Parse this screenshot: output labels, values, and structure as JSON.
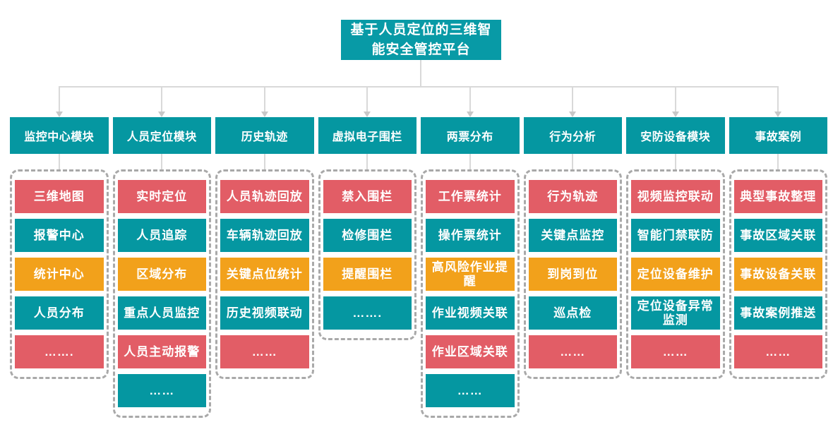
{
  "title": "基于人员定位的三维智能安全管控平台",
  "colors": {
    "teal": "#0597a1",
    "teal_title": "#089aa6",
    "red": "#e25d66",
    "orange": "#f2a11b",
    "dash_border": "#a9a9a9",
    "connector_line": "#d9d9d9",
    "connector_arrow": "#c8c8c8",
    "text": "#ffffff"
  },
  "modules": [
    {
      "label": "监控中心模块",
      "items": [
        {
          "text": "三维地图",
          "color": "red"
        },
        {
          "text": "报警中心",
          "color": "teal"
        },
        {
          "text": "统计中心",
          "color": "orange"
        },
        {
          "text": "人员分布",
          "color": "teal"
        },
        {
          "text": "…….",
          "color": "red"
        }
      ]
    },
    {
      "label": "人员定位模块",
      "items": [
        {
          "text": "实时定位",
          "color": "red"
        },
        {
          "text": "人员追踪",
          "color": "teal"
        },
        {
          "text": "区域分布",
          "color": "orange"
        },
        {
          "text": "重点人员监控",
          "color": "teal"
        },
        {
          "text": "人员主动报警",
          "color": "red"
        },
        {
          "text": "……",
          "color": "teal"
        }
      ]
    },
    {
      "label": "历史轨迹",
      "items": [
        {
          "text": "人员轨迹回放",
          "color": "red"
        },
        {
          "text": "车辆轨迹回放",
          "color": "teal"
        },
        {
          "text": "关键点位统计",
          "color": "orange"
        },
        {
          "text": "历史视频联动",
          "color": "teal"
        },
        {
          "text": "……",
          "color": "red"
        }
      ]
    },
    {
      "label": "虚拟电子围栏",
      "items": [
        {
          "text": "禁入围栏",
          "color": "red"
        },
        {
          "text": "检修围栏",
          "color": "teal"
        },
        {
          "text": "提醒围栏",
          "color": "orange"
        },
        {
          "text": "…….",
          "color": "teal"
        }
      ]
    },
    {
      "label": "两票分布",
      "items": [
        {
          "text": "工作票统计",
          "color": "red"
        },
        {
          "text": "操作票统计",
          "color": "teal"
        },
        {
          "text": "高风险作业提醒",
          "color": "orange"
        },
        {
          "text": "作业视频关联",
          "color": "teal"
        },
        {
          "text": "作业区域关联",
          "color": "red"
        },
        {
          "text": "……",
          "color": "teal"
        }
      ]
    },
    {
      "label": "行为分析",
      "items": [
        {
          "text": "行为轨迹",
          "color": "red"
        },
        {
          "text": "关键点监控",
          "color": "teal"
        },
        {
          "text": "到岗到位",
          "color": "orange"
        },
        {
          "text": "巡点检",
          "color": "teal"
        },
        {
          "text": "……",
          "color": "red"
        }
      ]
    },
    {
      "label": "安防设备模块",
      "items": [
        {
          "text": "视频监控联动",
          "color": "red"
        },
        {
          "text": "智能门禁联防",
          "color": "teal"
        },
        {
          "text": "定位设备维护",
          "color": "orange"
        },
        {
          "text": "定位设备异常监测",
          "color": "teal"
        },
        {
          "text": "……",
          "color": "red"
        }
      ]
    },
    {
      "label": "事故案例",
      "items": [
        {
          "text": "典型事故整理",
          "color": "red"
        },
        {
          "text": "事故区域关联",
          "color": "teal"
        },
        {
          "text": "事故设备关联",
          "color": "orange"
        },
        {
          "text": "事故案例推送",
          "color": "teal"
        },
        {
          "text": "……",
          "color": "red"
        }
      ]
    }
  ]
}
